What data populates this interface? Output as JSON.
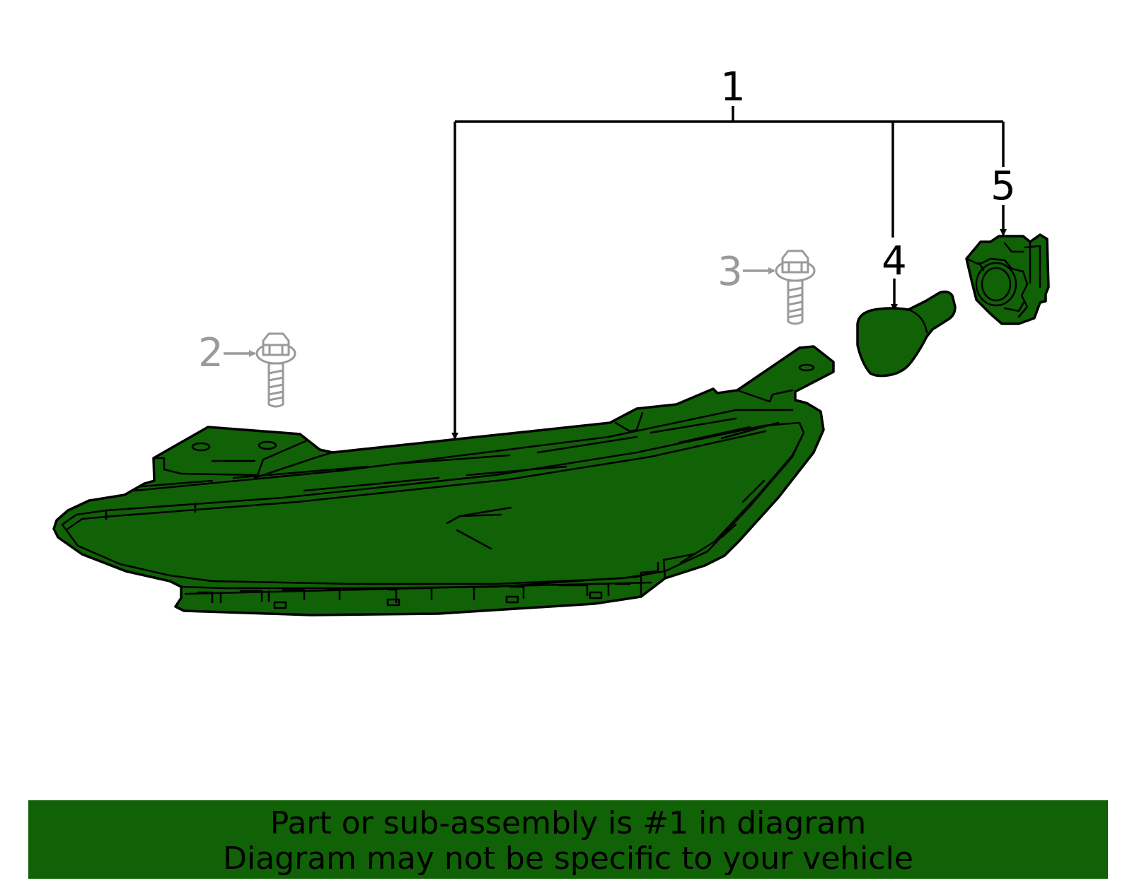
{
  "callouts": {
    "c1": "1",
    "c2": "2",
    "c3": "3",
    "c4": "4",
    "c5": "5"
  },
  "banner": {
    "line1": "Part or sub-assembly is #1 in diagram",
    "line2": "Diagram may not be specific to your vehicle"
  },
  "colors": {
    "highlight": "#116106",
    "outline": "#000000",
    "non_included_part": "#9a9a9a",
    "background": "#ffffff"
  }
}
